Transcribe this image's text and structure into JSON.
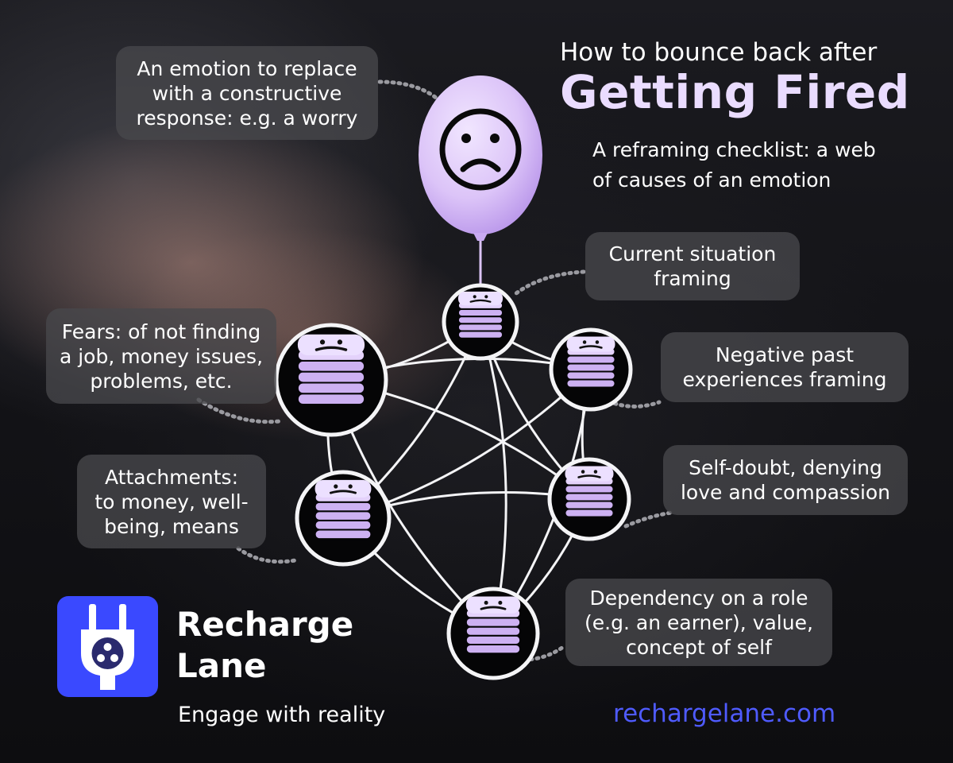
{
  "header": {
    "pre_title": "How to bounce back after",
    "main_title": "Getting Fired",
    "subtitle_lines": [
      "A reframing checklist: a web",
      "of causes of an emotion"
    ]
  },
  "callouts": [
    {
      "id": "emotion",
      "lines": [
        "An emotion to replace",
        "with a constructive",
        "response: e.g. a worry"
      ]
    },
    {
      "id": "current",
      "lines": [
        "Current situation",
        "framing"
      ]
    },
    {
      "id": "fears",
      "lines": [
        "Fears: of not finding",
        "a job, money issues,",
        "problems, etc."
      ]
    },
    {
      "id": "negative",
      "lines": [
        "Negative past",
        "experiences framing"
      ]
    },
    {
      "id": "selfdoubt",
      "lines": [
        "Self-doubt, denying",
        "love and compassion"
      ]
    },
    {
      "id": "attachments",
      "lines": [
        "Attachments:",
        "to money, well-",
        "being, means"
      ]
    },
    {
      "id": "dependency",
      "lines": [
        "Dependency on a role",
        "(e.g. an earner), value,",
        "concept of self"
      ]
    }
  ],
  "brand": {
    "name_lines": [
      "Recharge",
      "Lane"
    ],
    "tagline": "Engage with reality",
    "url": "rechargelane.com",
    "logo_icon": "plug-icon"
  },
  "colors": {
    "accent_lavender": "#eadcff",
    "balloon": "#dcc4f8",
    "brand_blue": "#3a49ff",
    "url_blue": "#4f5bff",
    "node_fill": "#050506",
    "callout_bg": "#48484c"
  },
  "icons": {
    "balloon": "sad-face-balloon-icon",
    "node": "sad-coin-stack-icon"
  }
}
